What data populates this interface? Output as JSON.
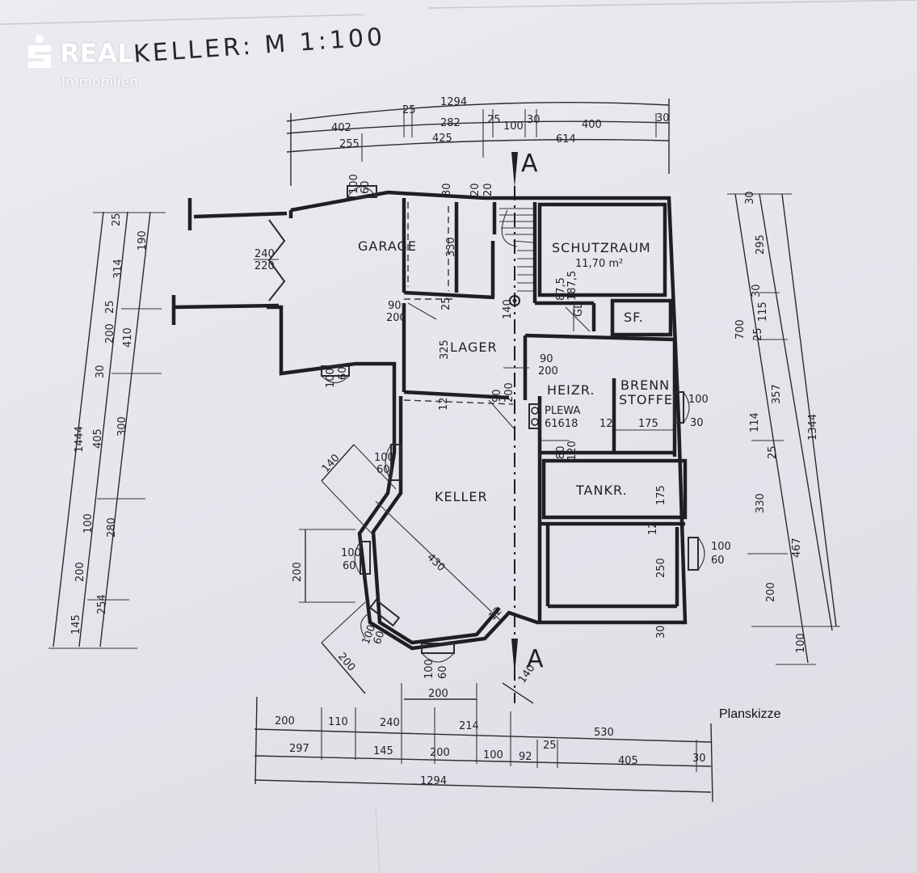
{
  "logo": {
    "brand": "REAL",
    "subtitle": "Immobilien",
    "icon": "sparkasse-s-icon"
  },
  "plan_title": "KELLER: M 1:100",
  "caption": "Planskizze",
  "section_markers": {
    "top": "A",
    "bottom": "A"
  },
  "rooms": {
    "garage": "GARAGE",
    "schutzraum": "SCHUTZRAUM",
    "schutzraum_area": "11,70 m²",
    "sf": "SF.",
    "lager": "LAGER",
    "heizr": "HEIZR.",
    "brennstoffe_1": "BRENN",
    "brennstoffe_2": "STOFFE",
    "plewa_1": "PLEWA",
    "plewa_2": "61618",
    "tankr": "TANKR.",
    "keller": "KELLER"
  },
  "dims_top": {
    "overall": "1294",
    "row1": [
      "402",
      "25",
      "282",
      "25",
      "100",
      "30",
      "400",
      "30"
    ],
    "row2": [
      "255",
      "425",
      "614"
    ]
  },
  "dims_bottom": {
    "overall": "1294",
    "row1": [
      "200",
      "110",
      "240",
      "214",
      "530"
    ],
    "row2": [
      "297",
      "145",
      "200",
      "100",
      "92",
      "25",
      "405",
      "30"
    ]
  },
  "dims_left": {
    "overall": "1444",
    "outer": [
      "25",
      "314",
      "25",
      "410",
      "30",
      "405",
      "100",
      "280",
      "200",
      "254",
      "145"
    ],
    "inner": [
      "190",
      "200",
      "300"
    ]
  },
  "dims_right": {
    "overall": "1344",
    "col1": [
      "700",
      "467",
      "100"
    ],
    "col2": [
      "30",
      "295",
      "30",
      "115",
      "25",
      "357",
      "114",
      "25",
      "330",
      "200"
    ]
  },
  "dims_inner": {
    "garage_door": [
      "240",
      "220"
    ],
    "garage_window_top": [
      "100",
      "60"
    ],
    "garage_window_bottom": [
      "100",
      "60"
    ],
    "garage_wall": [
      "30",
      "20",
      "20",
      "330"
    ],
    "garage_door2": [
      "90",
      "200"
    ],
    "lager_height": "325",
    "lager_door": [
      "90",
      "200"
    ],
    "lager_12": "12",
    "stair_25": "25",
    "stair_fall": "140",
    "schutz_door": [
      "87,5",
      "187,5"
    ],
    "gd": "GD",
    "heiz_door": [
      "90",
      "200"
    ],
    "heiz_12": "12",
    "heiz_175": "175",
    "heiz_window": [
      "100",
      "30"
    ],
    "heiz_door2": [
      "80",
      "120"
    ],
    "tank_175": "175",
    "tank_12": "12",
    "right_window": [
      "100",
      "60"
    ],
    "right_250": "250",
    "right_30": "30",
    "keller_window1": [
      "100",
      "60"
    ],
    "keller_window2": [
      "100",
      "60"
    ],
    "keller_window3": [
      "100",
      "60"
    ],
    "keller_window4": [
      "100",
      "60"
    ],
    "diag_140_top": "140",
    "diag_430": "430",
    "diag_200_left": "200",
    "diag_200_bottom": "200",
    "diag_140_bottom": "140",
    "bay_200": "200",
    "bay_12": "12"
  }
}
